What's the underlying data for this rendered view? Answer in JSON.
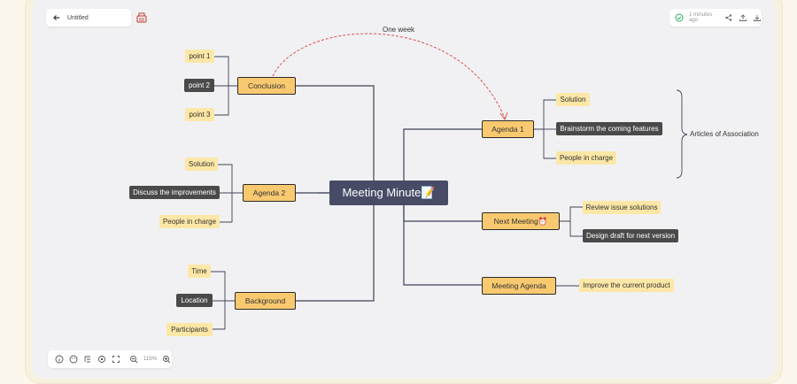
{
  "toolbar": {
    "doc_title": "Untitled",
    "saved_status": "1 minutes ago"
  },
  "zoom": {
    "level": "115%"
  },
  "mindmap": {
    "root": "Meeting Minute📝",
    "relation_label": "One week",
    "summary_label": "Articles of Association",
    "conclusion": {
      "label": "Conclusion",
      "children": [
        "point 1",
        "point 2",
        "point 3"
      ]
    },
    "agenda2": {
      "label": "Agenda 2",
      "children": [
        "Solution",
        "Discuss the improvements",
        "People in charge"
      ]
    },
    "background": {
      "label": "Background",
      "children": [
        "Time",
        "Location",
        "Participants"
      ]
    },
    "agenda1": {
      "label": "Agenda 1",
      "children": [
        "Solution",
        "Brainstorm the coming features",
        "People in charge"
      ]
    },
    "next_meeting": {
      "label": "Next Meeting⏰",
      "children": [
        "Review issue solutions",
        "Design draft for next version"
      ]
    },
    "meeting_agenda": {
      "label": "Meeting Agenda",
      "children": [
        "Improve the current product"
      ]
    }
  },
  "colors": {
    "root_bg": "#474b66",
    "branch_bg": "#f9c970",
    "leaf_bg": "#fce7a6",
    "leaf_dark_bg": "#4a4a4a",
    "relation_line": "#d9534f"
  }
}
